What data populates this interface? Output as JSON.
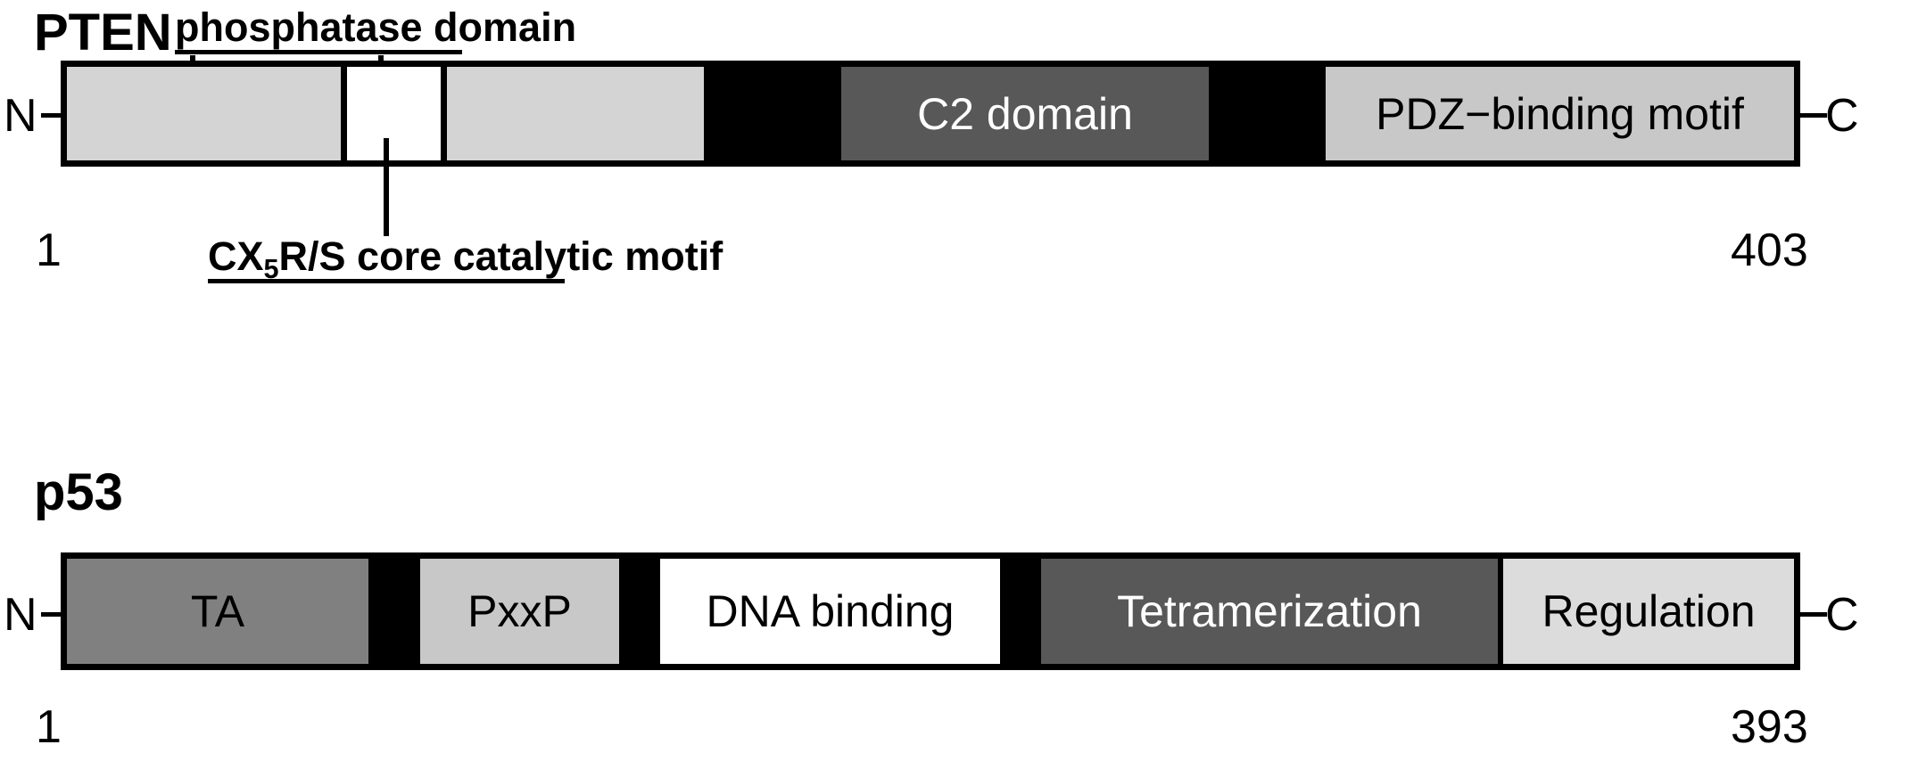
{
  "figure": {
    "kind": "protein-domain-diagram",
    "background_color": "#ffffff",
    "stroke_color": "#000000"
  },
  "palette": {
    "black": "#000000",
    "white": "#ffffff",
    "light_gray": "#d4d4d4",
    "pale_gray": "#dcdcdc",
    "mid_gray": "#c8c8c8",
    "medium_gray": "#808080",
    "dark_gray": "#585858"
  },
  "proteins": [
    {
      "name": "PTEN",
      "n_terminus_label": "N",
      "c_terminus_label": "C",
      "start_residue": "1",
      "end_residue": "403",
      "segments": [
        {
          "label": "",
          "fill": "#d4d4d4",
          "text_color": "#000000",
          "name": "phosphatase-domain-part1"
        },
        {
          "label": "",
          "fill": "#ffffff",
          "text_color": "#000000",
          "name": "cx5rs-core-catalytic-motif-box"
        },
        {
          "label": "",
          "fill": "#d4d4d4",
          "text_color": "#000000",
          "name": "phosphatase-domain-part2"
        },
        {
          "label": "",
          "fill": "#000000",
          "text_color": "#ffffff",
          "name": "linker-1"
        },
        {
          "label": "C2 domain",
          "fill": "#585858",
          "text_color": "#ffffff",
          "name": "c2-domain"
        },
        {
          "label": "",
          "fill": "#000000",
          "text_color": "#ffffff",
          "name": "linker-2"
        },
        {
          "label": "PDZ−binding motif",
          "fill": "#c8c8c8",
          "text_color": "#000000",
          "name": "pdz-binding-motif"
        }
      ],
      "annotations": [
        {
          "text": "phosphatase domain",
          "name": "phosphatase-domain-annotation"
        },
        {
          "text_prefix": "CX",
          "text_sub": "5",
          "text_suffix": "R/S core catalytic motif",
          "name": "cx5rs-core-catalytic-motif-annotation"
        }
      ]
    },
    {
      "name": "p53",
      "n_terminus_label": "N",
      "c_terminus_label": "C",
      "start_residue": "1",
      "end_residue": "393",
      "segments": [
        {
          "label": "TA",
          "fill": "#808080",
          "text_color": "#000000",
          "name": "ta-domain"
        },
        {
          "label": "",
          "fill": "#000000",
          "text_color": "#ffffff",
          "name": "linker-1"
        },
        {
          "label": "PxxP",
          "fill": "#c8c8c8",
          "text_color": "#000000",
          "name": "pxxp-domain"
        },
        {
          "label": "",
          "fill": "#000000",
          "text_color": "#ffffff",
          "name": "linker-2"
        },
        {
          "label": "DNA binding",
          "fill": "#ffffff",
          "text_color": "#000000",
          "name": "dna-binding-domain"
        },
        {
          "label": "",
          "fill": "#000000",
          "text_color": "#ffffff",
          "name": "linker-3"
        },
        {
          "label": "Tetramerization",
          "fill": "#585858",
          "text_color": "#ffffff",
          "name": "tetramerization-domain"
        },
        {
          "label": "Regulation",
          "fill": "#dcdcdc",
          "text_color": "#000000",
          "name": "regulation-domain"
        }
      ]
    }
  ]
}
